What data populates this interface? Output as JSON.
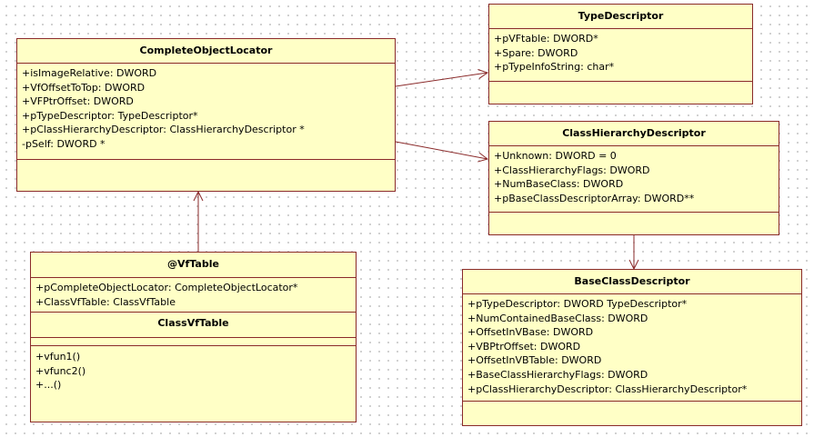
{
  "classes": {
    "complete_object_locator": {
      "name": "CompleteObjectLocator",
      "attributes": [
        "+isImageRelative: DWORD",
        "+VfOffsetToTop: DWORD",
        "+VFPtrOffset: DWORD",
        "+pTypeDescriptor: TypeDescriptor*",
        "+pClassHierarchyDescriptor: ClassHierarchyDescriptor *",
        "-pSelf: DWORD *"
      ]
    },
    "type_descriptor": {
      "name": "TypeDescriptor",
      "attributes": [
        "+pVFtable: DWORD*",
        "+Spare: DWORD",
        "+pTypeInfoString: char*"
      ]
    },
    "class_hierarchy_descriptor": {
      "name": "ClassHierarchyDescriptor",
      "attributes": [
        "+Unknown: DWORD = 0",
        "+ClassHierarchyFlags: DWORD",
        "+NumBaseClass: DWORD",
        "+pBaseClassDescriptorArray: DWORD**"
      ]
    },
    "base_class_descriptor": {
      "name": "BaseClassDescriptor",
      "attributes": [
        "+pTypeDescriptor: DWORD TypeDescriptor*",
        "+NumContainedBaseClass: DWORD",
        "+OffsetInVBase: DWORD",
        "+VBPtrOffset: DWORD",
        "+OffsetInVBTable: DWORD",
        "+BaseClassHierarchyFlags: DWORD",
        "+pClassHierarchyDescriptor: ClassHierarchyDescriptor*"
      ]
    },
    "vftable": {
      "name": "@VfTable",
      "attributes": [
        "+pCompleteObjectLocator: CompleteObjectLocator*",
        "+ClassVfTable: ClassVfTable"
      ],
      "nested_name": "ClassVfTable",
      "operations": [
        "+vfun1()",
        "+vfunc2()",
        "+...()"
      ]
    }
  },
  "colors": {
    "fill": "#ffffc6",
    "border": "#8a2a2a",
    "connector": "#8a2a2a"
  }
}
